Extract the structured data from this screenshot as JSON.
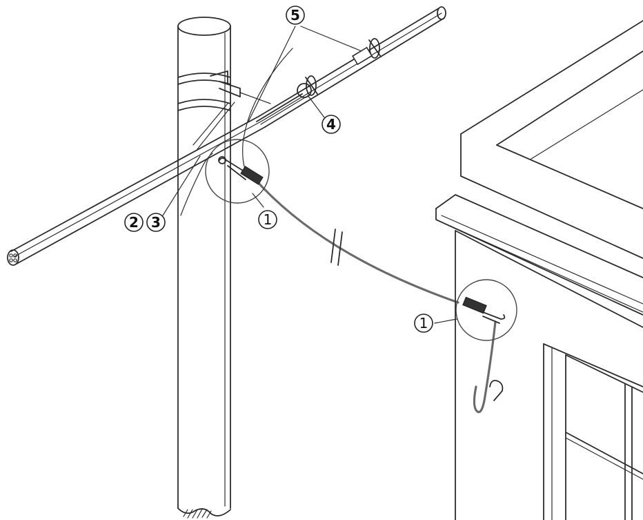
{
  "callouts": {
    "label_1a": "1",
    "label_1b": "1",
    "label_2": "2",
    "label_3": "3",
    "label_4": "4",
    "label_5": "5"
  }
}
